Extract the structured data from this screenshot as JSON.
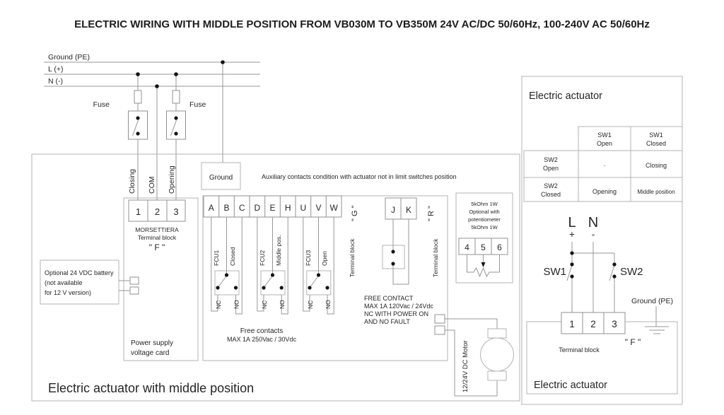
{
  "title": "ELECTRIC WIRING WITH MIDDLE POSITION FROM VB030M TO VB350M 24V AC/DC 50/60Hz, 100-240V AC 50/60Hz",
  "colors": {
    "wire": "#979797",
    "box": "#b3b3b3",
    "text": "#262626",
    "dash": "#9e6666"
  },
  "power": {
    "ground_label": "Ground (PE)",
    "l_label": "L (+)",
    "n_label": "N (-)",
    "fuse_left": "Fuse",
    "fuse_right": "Fuse"
  },
  "main": {
    "caption": "Electric actuator with middle position",
    "ground_box": "Ground",
    "aux_note": "Auxiliary contacts condition with actuator not in limit switches position",
    "inputs": [
      "Closing",
      "COM",
      "Opening"
    ],
    "terminal_f": {
      "cells": [
        "1",
        "2",
        "3"
      ],
      "name": "MORSETTIERA",
      "label": "Terminal block",
      "code": "\" F \""
    },
    "battery": [
      "Optional 24 VDC battery",
      "(not available",
      "for 12 V version)"
    ],
    "power_card": [
      "Power supply",
      "voltage card"
    ],
    "terminal_g": {
      "cells": [
        "A",
        "B",
        "C",
        "D",
        "E",
        "H",
        "U",
        "V",
        "W"
      ],
      "code": "\" G \"",
      "block_label": "Terminal block"
    },
    "terminal_r": {
      "cells": [
        "J",
        "K"
      ],
      "code": "\" R \"",
      "block_label": "Terminal block"
    },
    "fcu": [
      {
        "name": "FCU1",
        "position": "Closed",
        "nc": "NC",
        "no": "NO"
      },
      {
        "name": "FCU2",
        "position": "Middle pos.",
        "nc": "NC",
        "no": "NO"
      },
      {
        "name": "FCU3",
        "position": "Open",
        "nc": "NC",
        "no": "NO"
      }
    ],
    "free_contacts": [
      "Free contacts",
      "MAX 1A 250Vac / 30Vdc"
    ],
    "fault_note": [
      "FREE CONTACT",
      "MAX 1A 120Vac / 24Vdc",
      "NC WITH POWER ON",
      "AND NO FAULT"
    ],
    "motor_label": "12/24V DC Motor",
    "pot": {
      "note": [
        "5kOhm 1W",
        "Optional with",
        "potentiometer",
        "5kOhm 1W"
      ],
      "cells": [
        "4",
        "5",
        "6"
      ]
    }
  },
  "panel": {
    "title": "Electric actuator",
    "table": {
      "headers": [
        [
          "SW1",
          "Open"
        ],
        [
          "SW1",
          "Closed"
        ]
      ],
      "rows": [
        [
          "SW2",
          "Open"
        ],
        [
          "SW2",
          "Closed"
        ]
      ],
      "values": [
        [
          "-",
          "Closing"
        ],
        [
          "Opening",
          "Middle position"
        ]
      ]
    },
    "l": "L",
    "n": "N",
    "plus": "+",
    "minus": "-",
    "sw1": "SW1",
    "sw2": "SW2",
    "ground_label": "Ground (PE)",
    "terminal": {
      "cells": [
        "1",
        "2",
        "3"
      ],
      "label": "Terminal block",
      "code": "\" F \""
    },
    "caption": "Electric actuator"
  }
}
